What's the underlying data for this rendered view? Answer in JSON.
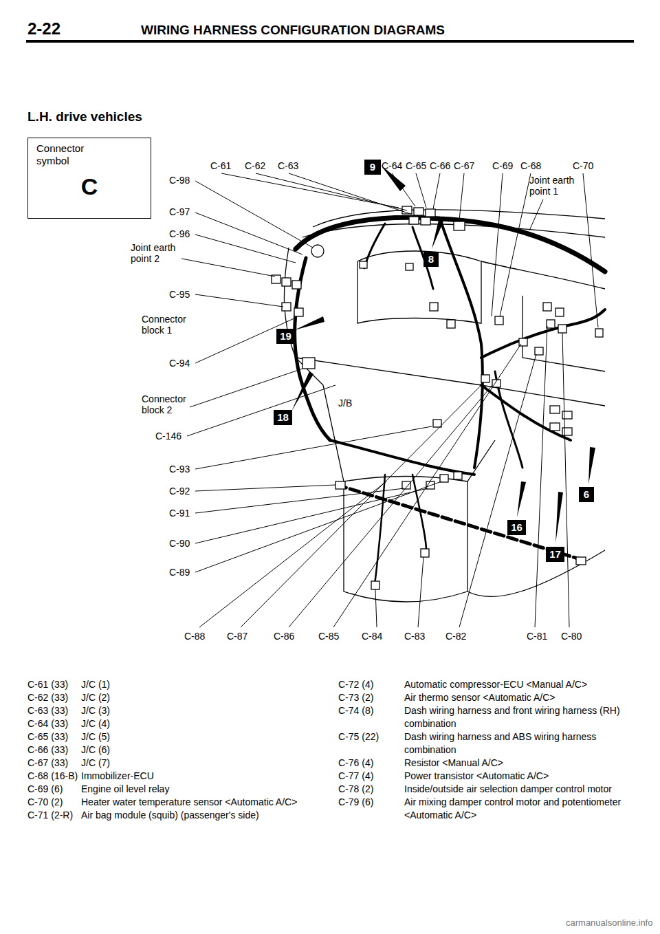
{
  "diagram": {
    "title": "WIRING HARNESS CONFIGURATION DIAGRAMS",
    "nodes": [
      {
        "text": [
          "Connector symbol",
          "C"
        ]
      },
      {
        "text": [
          "9"
        ]
      },
      {
        "text": [
          "8"
        ]
      },
      {
        "text": [
          "19"
        ]
      },
      {
        "text": [
          "18"
        ]
      },
      {
        "text": [
          "6"
        ]
      },
      {
        "text": [
          "16"
        ]
      },
      {
        "text": [
          "17"
        ]
      }
    ],
    "labels": [
      "2-22",
      "L.H. drive vehicles",
      "C-61",
      "C-62",
      "C-63",
      "C-64",
      "C-65",
      "C-66",
      "C-67",
      "C-69",
      "C-68",
      "C-70",
      "Joint earth point 1",
      "C-98",
      "C-97",
      "C-96",
      "Joint earth point 2",
      "C-95",
      "Connector block 1",
      "C-94",
      "Connector block 2",
      "J/B",
      "C-146",
      "C-93",
      "C-92",
      "C-91",
      "C-90",
      "C-89",
      "C-88",
      "C-87",
      "C-86",
      "C-85",
      "C-84",
      "C-83",
      "C-82",
      "C-81",
      "C-80",
      "C-61 (33)",
      "J/C (1)",
      "C-62 (33)",
      "J/C (2)",
      "C-63 (33)",
      "J/C (3)",
      "C-64 (33)",
      "J/C (4)",
      "C-65 (33)",
      "J/C (5)",
      "C-66 (33)",
      "J/C (6)",
      "C-67 (33)",
      "J/C (7)",
      "C-68 (16-B)",
      "Immobilizer-ECU",
      "C-69 (6)",
      "Engine oil level relay",
      "C-70 (2)",
      "Heater water temperature sensor <Automatic A/C>",
      "C-71 (2-R)",
      "Air bag module (squib) (passenger's side)",
      "C-72 (4)",
      "Automatic compressor-ECU <Manual A/C>",
      "C-73 (2)",
      "Air thermo sensor <Automatic A/C>",
      "C-74 (8)",
      "Dash wiring harness and front wiring harness (RH) combination",
      "C-75 (22)",
      "Dash wiring harness and ABS wiring harness combination",
      "C-76 (4)",
      "Resistor <Manual A/C>",
      "C-77 (4)",
      "Power transistor <Automatic A/C>",
      "C-78 (2)",
      "Inside/outside air selection damper control motor",
      "C-79 (6)",
      "Air mixing damper control motor and potentiometer <Automatic A/C>",
      "carmanualsonline.info"
    ]
  }
}
